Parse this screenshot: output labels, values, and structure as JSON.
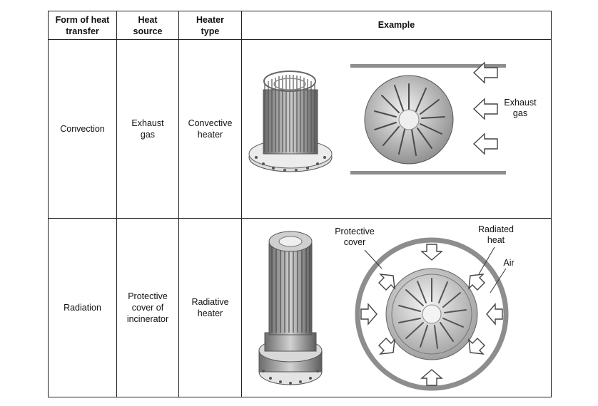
{
  "header": {
    "form": [
      "Form of heat",
      "transfer"
    ],
    "source": [
      "Heat",
      "source"
    ],
    "type": [
      "Heater",
      "type"
    ],
    "example": "Example"
  },
  "rows": [
    {
      "form": "Convection",
      "source": [
        "Exhaust",
        "gas"
      ],
      "type": [
        "Convective",
        "heater"
      ],
      "labels": {
        "exhaust": [
          "Exhaust",
          "gas"
        ]
      }
    },
    {
      "form": "Radiation",
      "source": [
        "Protective",
        "cover of",
        "incinerator"
      ],
      "type": [
        "Radiative",
        "heater"
      ],
      "labels": {
        "cover": [
          "Protective",
          "cover"
        ],
        "radiated": [
          "Radiated",
          "heat"
        ],
        "air": "Air"
      }
    }
  ]
}
